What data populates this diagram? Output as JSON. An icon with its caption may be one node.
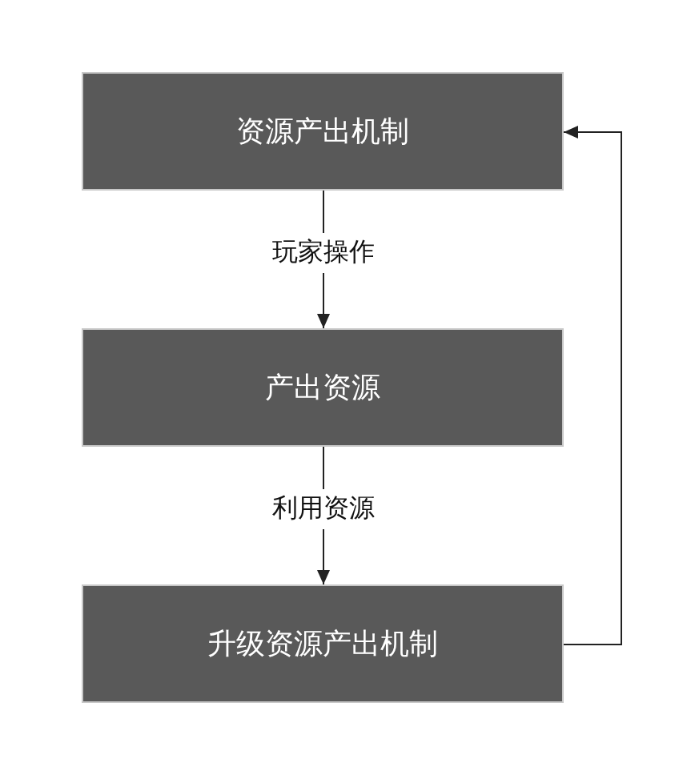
{
  "diagram": {
    "nodes": [
      {
        "text": [
          "资源产出机制"
        ]
      },
      {
        "text": [
          "产出资源"
        ]
      },
      {
        "text": [
          "升级资源产出机制"
        ]
      }
    ],
    "edges": [
      {
        "from": 0,
        "to": 1,
        "arrow": "to",
        "label": "玩家操作"
      },
      {
        "from": 1,
        "to": 2,
        "arrow": "to",
        "label": "利用资源"
      },
      {
        "from": 2,
        "to": 0,
        "arrow": "to"
      }
    ]
  }
}
